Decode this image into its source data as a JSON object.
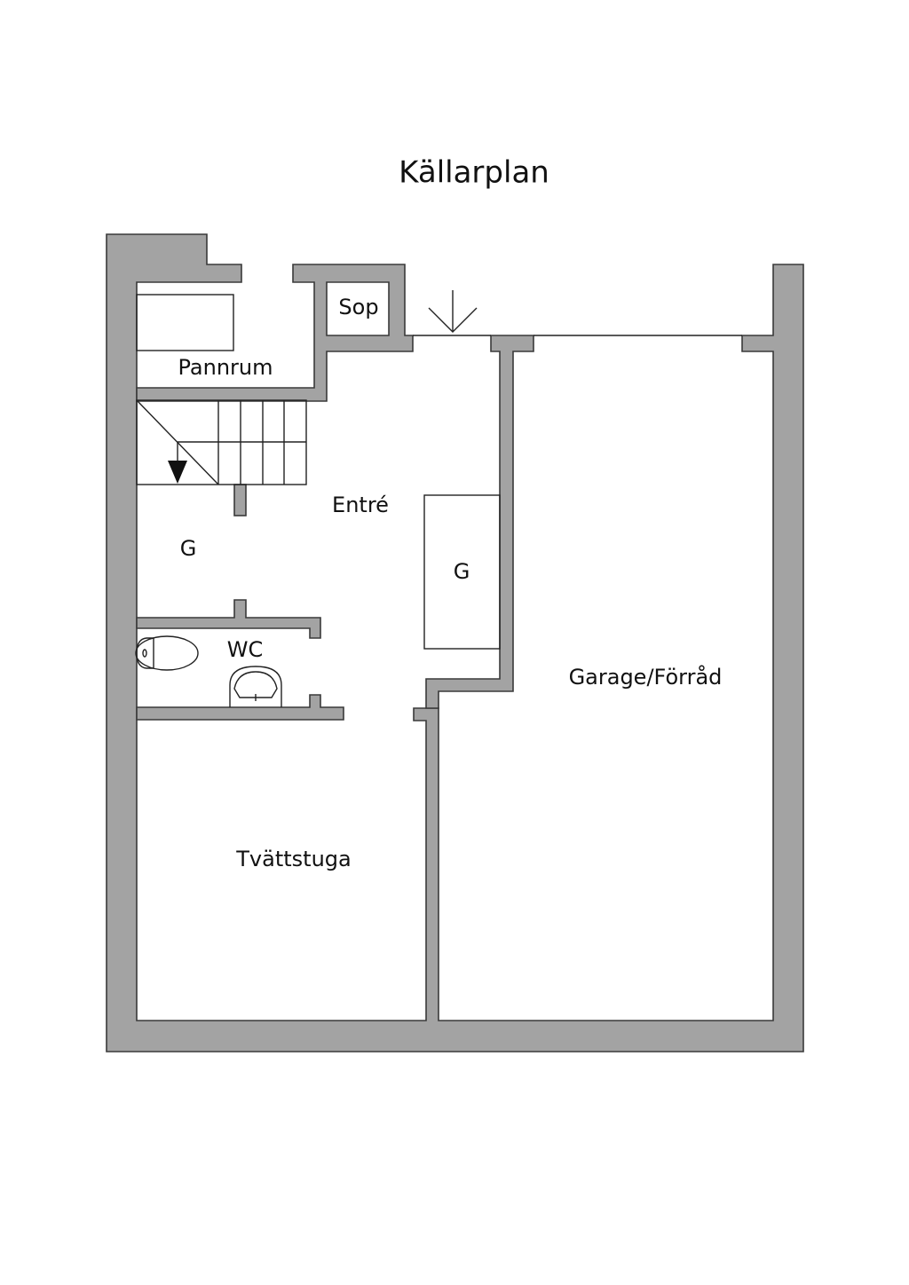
{
  "title": "Källarplan",
  "rooms": {
    "pannrum": "Pannrum",
    "sop": "Sop",
    "entre": "Entré",
    "garderob_left": "G",
    "garderob_right": "G",
    "wc": "WC",
    "tvattstuga": "Tvättstuga",
    "garage": "Garage/Förråd"
  },
  "symbols": {
    "entrance": "entrance-arrow-icon",
    "stairs": "stairs-down-icon",
    "toilet": "toilet-icon",
    "sink": "sink-icon"
  },
  "colors": {
    "wall_fill": "#a3a3a3",
    "wall_stroke": "#3a3a3a",
    "line": "#222222",
    "background": "#ffffff"
  }
}
